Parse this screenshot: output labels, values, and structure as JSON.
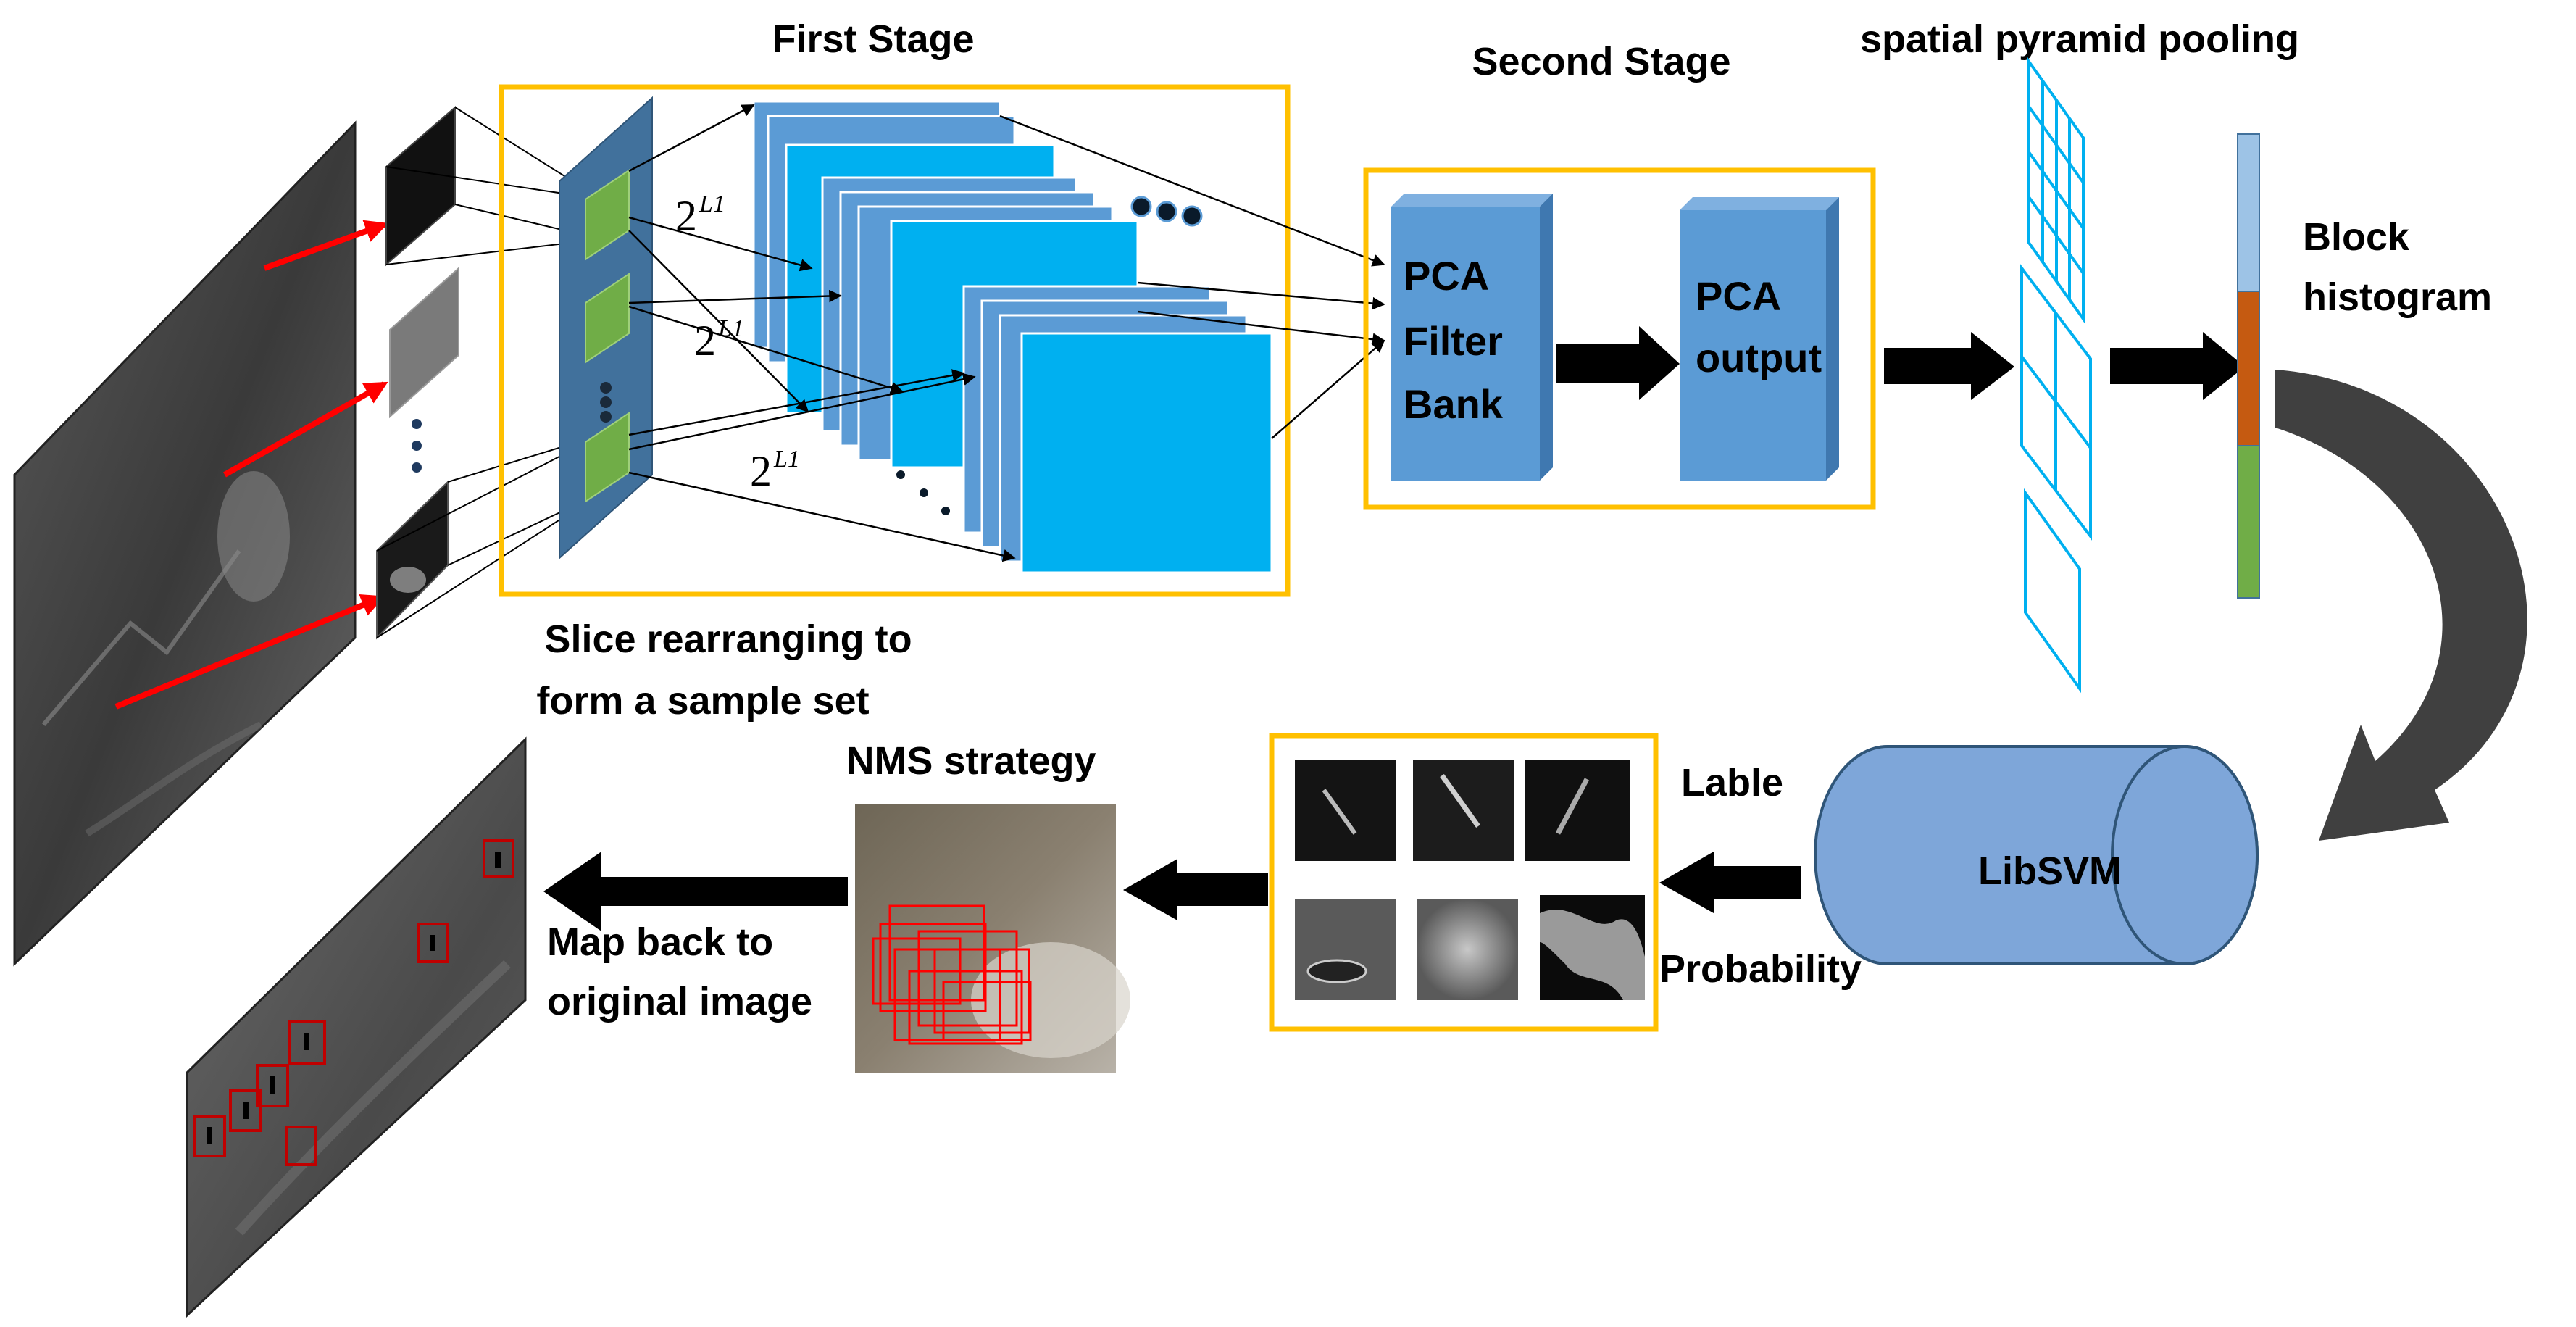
{
  "labels": {
    "first_stage": "First Stage",
    "second_stage": "Second Stage",
    "spp": "spatial pyramid pooling",
    "block_histogram_1": "Block",
    "block_histogram_2": "histogram",
    "slice_1": "Slice rearranging to",
    "slice_2": "form a sample set",
    "nms": "NMS strategy",
    "map_back_1": "Map back to",
    "map_back_2": "original image",
    "lable": "Lable",
    "probability": "Probability",
    "libsvm": "LibSVM"
  },
  "pca": {
    "filter_line1": "PCA",
    "filter_line2": "Filter",
    "filter_line3": "Bank",
    "output_line1": "PCA",
    "output_line2": "output"
  },
  "math": {
    "base": "2",
    "exponent": "L1"
  },
  "colors": {
    "stage_border": "#FFC000",
    "feature_dark": "#5B9BD5",
    "feature_light": "#00B0F0",
    "pca_box": "#5B9BD5",
    "pooling_grid": "#00B0F0",
    "hist_top": "#9DC3E6",
    "hist_mid": "#C55A11",
    "hist_bottom": "#70AD47",
    "libsvm": "#7EA6D9",
    "big_arrow": "#404040",
    "red_arrow": "#FF0000",
    "nms_box": "#FF0000"
  }
}
